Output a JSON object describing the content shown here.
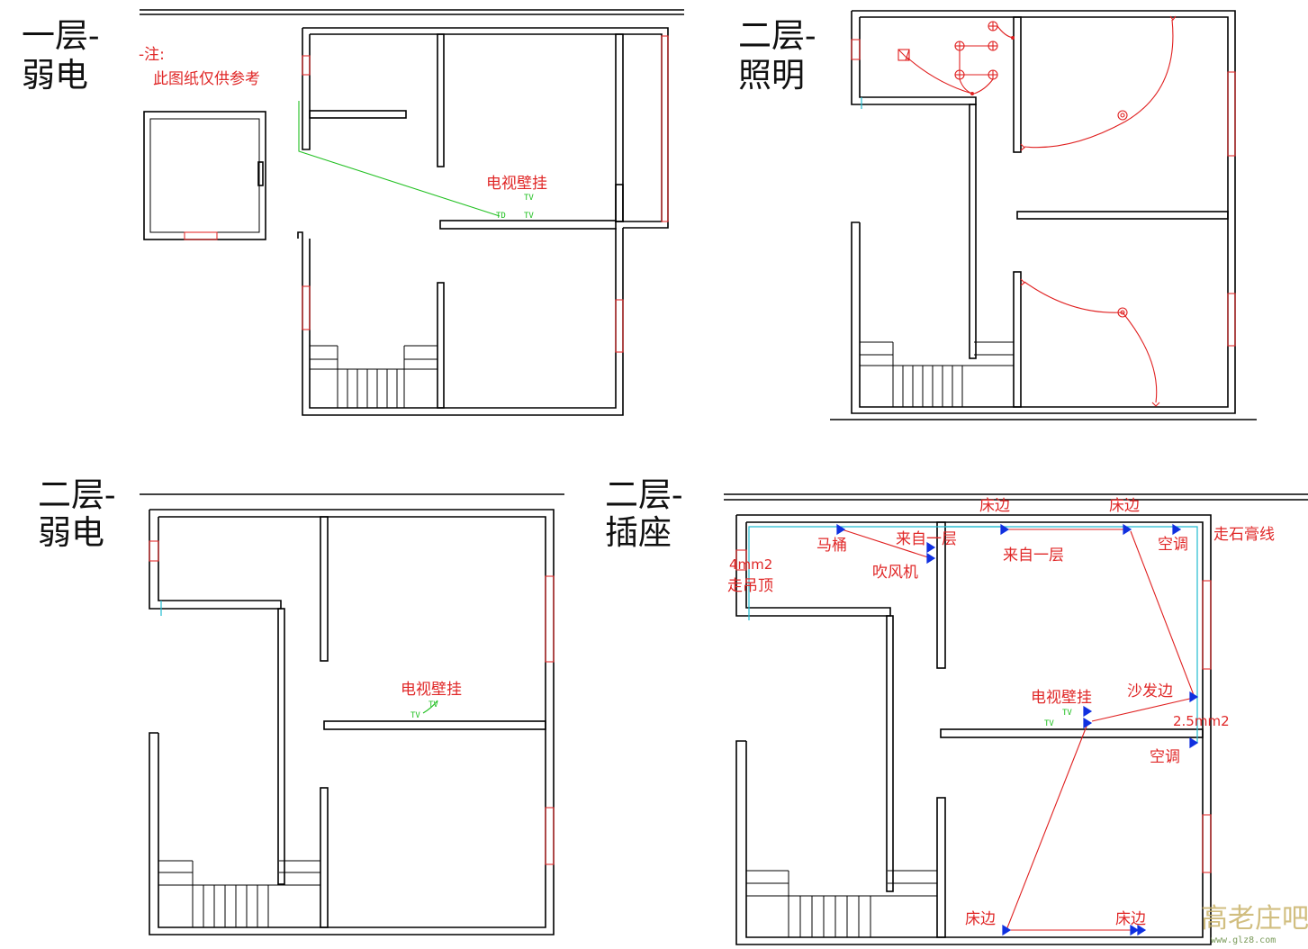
{
  "panels": {
    "tl": {
      "title1": "一层-",
      "title2": "弱电",
      "note1": "-注:",
      "note2": "此图纸仅供参考",
      "tv": "电视壁挂",
      "tag_td": "TD",
      "tag_tv": "TV"
    },
    "tr": {
      "title1": "二层-",
      "title2": "照明"
    },
    "bl": {
      "title1": "二层-",
      "title2": "弱电",
      "tv": "电视壁挂",
      "tag_tv": "TV"
    },
    "br": {
      "title1": "二层-",
      "title2": "插座",
      "labels": {
        "bed1": "床边",
        "bed2": "床边",
        "bed3": "床边",
        "bed4": "床边",
        "toilet": "马桶",
        "from1a": "来自一层",
        "from1b": "来自一层",
        "dryer": "吹风机",
        "ac1": "空调",
        "ac2": "空调",
        "gypsum": "走石膏线",
        "mm4": "4mm2",
        "ceiling": "走吊顶",
        "tv": "电视壁挂",
        "sofa": "沙发边",
        "mm25": "2.5mm2",
        "tag_tv": "TV"
      }
    }
  },
  "watermark": {
    "logo": "高老庄吧",
    "url": "www.glz8.com"
  }
}
